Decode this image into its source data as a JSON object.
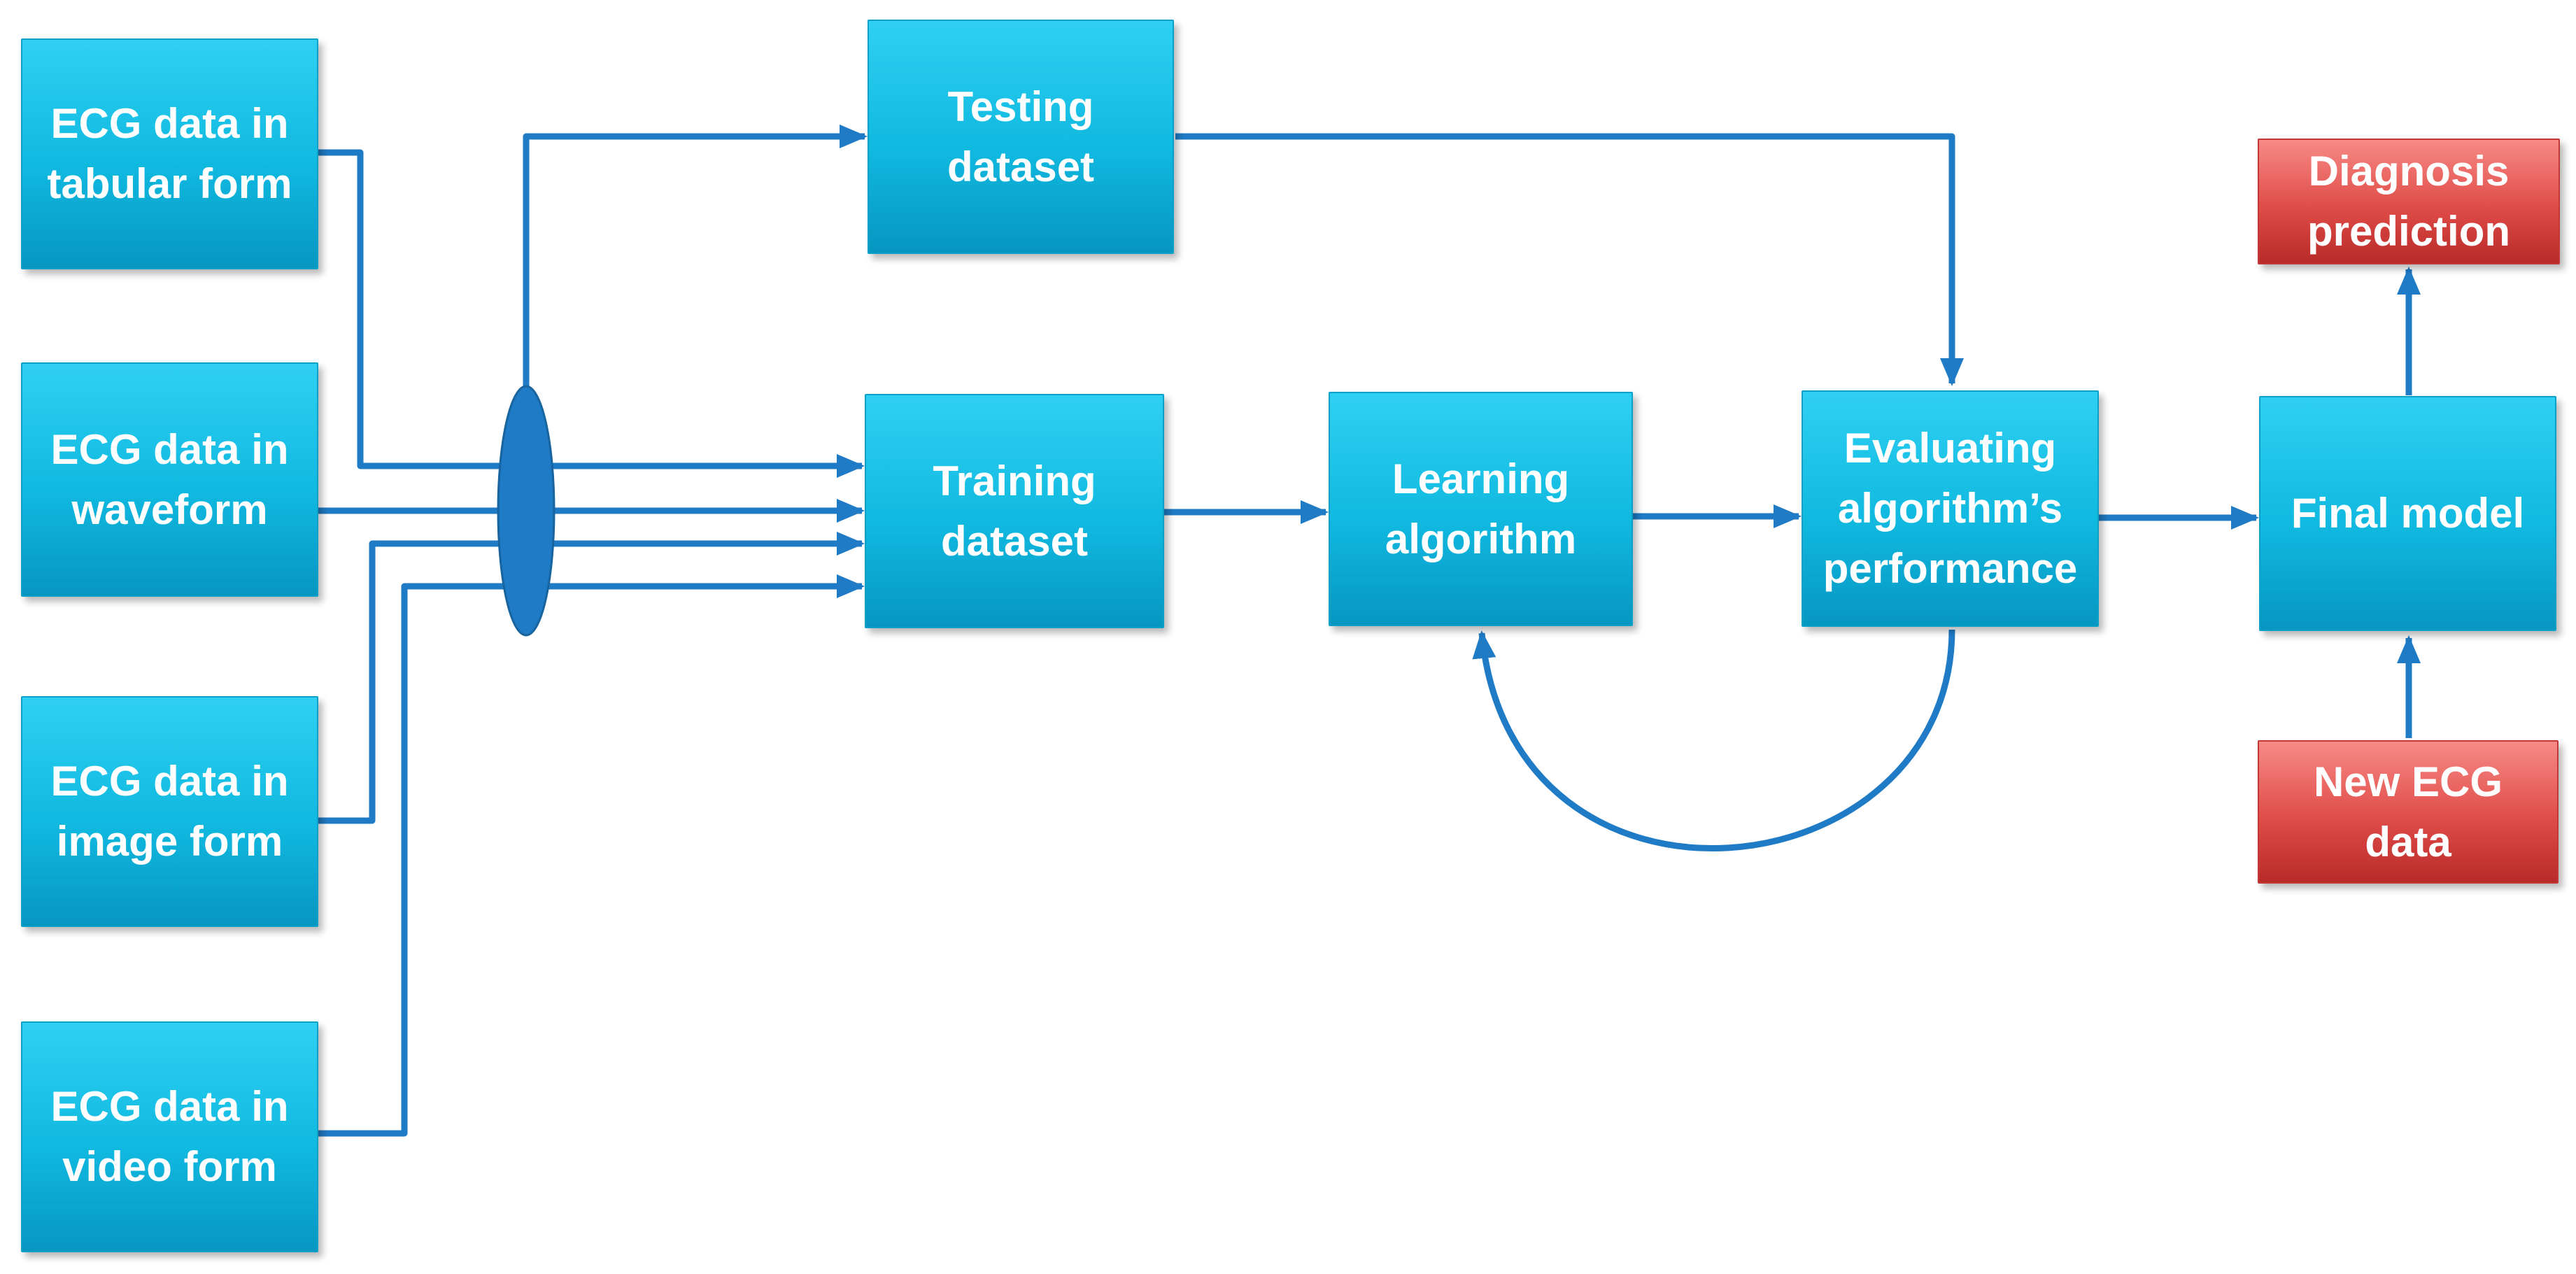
{
  "colors": {
    "connector": "#1f7bc6",
    "source_box": "#10b9e0",
    "output_box": "#e04c48",
    "text": "#ffffff"
  },
  "sources": [
    {
      "label": "ECG data in\ntabular form"
    },
    {
      "label": "ECG data in\nwaveform"
    },
    {
      "label": "ECG data in\nimage form"
    },
    {
      "label": "ECG data in\nvideo form"
    }
  ],
  "steps": {
    "testing": "Testing\ndataset",
    "training": "Training\ndataset",
    "learning": "Learning\nalgorithm",
    "evaluating": "Evaluating\nalgorithm’s\nperformance",
    "final": "Final model"
  },
  "outputs": {
    "diagnosis": "Diagnosis\nprediction",
    "new_data": "New ECG\ndata"
  }
}
